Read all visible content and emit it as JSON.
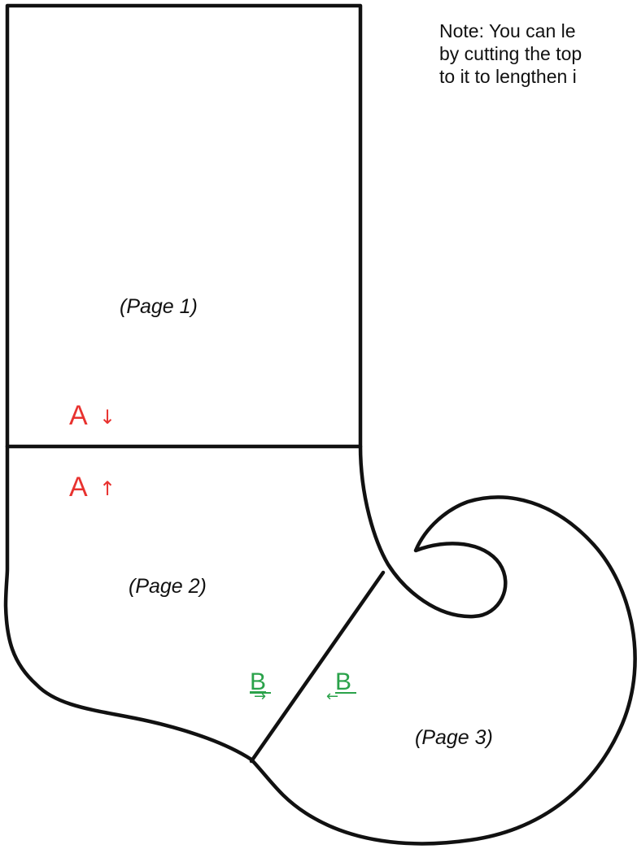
{
  "note": {
    "lines": [
      "Note: You can le",
      "by cutting the top",
      "to it to lengthen i"
    ]
  },
  "pages": {
    "page1": "(Page 1)",
    "page2": "(Page 2)",
    "page3": "(Page 3)"
  },
  "marks": {
    "a_letter": "A",
    "b_letter": "B",
    "a_arrow_down": "↓",
    "a_arrow_up": "↑",
    "b_arrow_right": "→",
    "b_arrow_left": "←"
  },
  "colors": {
    "outline": "#111111",
    "mark_a": "#e8322f",
    "mark_b": "#2aa24a"
  }
}
